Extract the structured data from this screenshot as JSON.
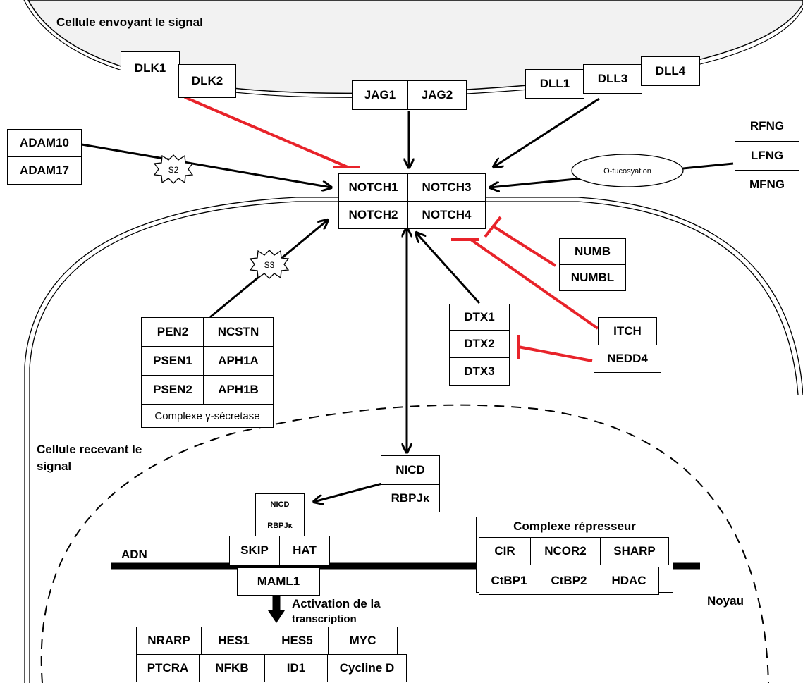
{
  "labels": {
    "sending_cell": "Cellule envoyant le signal",
    "receiving_cell_line1": "Cellule recevant le",
    "receiving_cell_line2": "signal",
    "nucleus": "Noyau",
    "dna": "ADN",
    "activation_line1": "Activation de la",
    "activation_line2": "transcription",
    "s2": "S2",
    "s3": "S3",
    "o_fucosylation": "O-fucosyation"
  },
  "ligands": {
    "dlk1": "DLK1",
    "dlk2": "DLK2",
    "jag1": "JAG1",
    "jag2": "JAG2",
    "dll1": "DLL1",
    "dll3": "DLL3",
    "dll4": "DLL4"
  },
  "adam": {
    "adam10": "ADAM10",
    "adam17": "ADAM17"
  },
  "fringe": {
    "rfng": "RFNG",
    "lfng": "LFNG",
    "mfng": "MFNG"
  },
  "receptors": {
    "notch1": "NOTCH1",
    "notch2": "NOTCH2",
    "notch3": "NOTCH3",
    "notch4": "NOTCH4"
  },
  "numb": {
    "numb": "NUMB",
    "numbl": "NUMBL"
  },
  "ubiquitin_ligases": {
    "itch": "ITCH",
    "nedd4": "NEDD4"
  },
  "deltex": {
    "dtx1": "DTX1",
    "dtx2": "DTX2",
    "dtx3": "DTX3"
  },
  "gamma_secretase": {
    "pen2": "PEN2",
    "ncstn": "NCSTN",
    "psen1": "PSEN1",
    "aph1a": "APH1A",
    "psen2": "PSEN2",
    "aph1b": "APH1B",
    "title": "Complexe γ-sécretase"
  },
  "nicd_complex": {
    "nicd": "NICD",
    "rbpj": "RBPJκ"
  },
  "activator": {
    "nicd": "NICD",
    "rbpj": "RBPJκ",
    "skip": "SKIP",
    "hat": "HAT",
    "maml1": "MAML1"
  },
  "repressor": {
    "title": "Complexe répresseur",
    "cir": "CIR",
    "ncor2": "NCOR2",
    "sharp": "SHARP",
    "ctbp1": "CtBP1",
    "ctbp2": "CtBP2",
    "hdac": "HDAC"
  },
  "targets": {
    "row1": [
      "NRARP",
      "HES1",
      "HES5",
      "MYC"
    ],
    "row2": [
      "PTCRA",
      "NFKB",
      "ID1",
      "Cycline D"
    ]
  },
  "colors": {
    "inhibition": "#e8232a",
    "activation": "#000000",
    "cell_fill": "#f2f2f2"
  }
}
